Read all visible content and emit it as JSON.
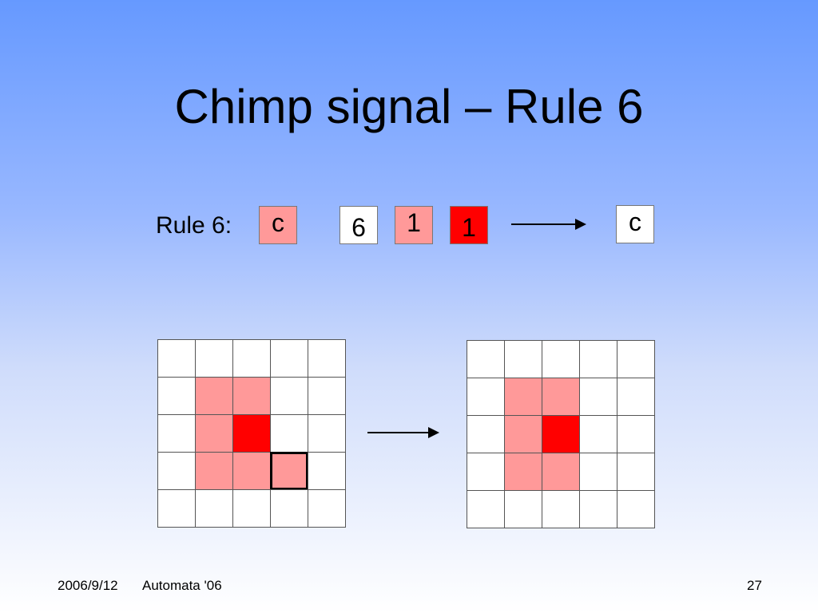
{
  "slide": {
    "title": "Chimp signal – Rule 6",
    "rule_label": "Rule 6:",
    "rule_tokens": [
      {
        "text": "c",
        "fill": "#ff9999"
      },
      {
        "text": "6",
        "fill": "#ffffff"
      },
      {
        "text": "1",
        "fill": "#ff9999"
      },
      {
        "text": "1",
        "fill": "#ff0000"
      }
    ],
    "rule_result": {
      "text": "c",
      "fill": "#ffffff"
    }
  },
  "grids": {
    "before": {
      "rows": [
        [
          "white",
          "white",
          "white",
          "white",
          "white"
        ],
        [
          "white",
          "light",
          "light",
          "white",
          "white"
        ],
        [
          "white",
          "light",
          "red",
          "white",
          "white"
        ],
        [
          "white",
          "light",
          "light",
          "light-highlighted",
          "white"
        ],
        [
          "white",
          "white",
          "white",
          "white",
          "white"
        ]
      ]
    },
    "after": {
      "rows": [
        [
          "white",
          "white",
          "white",
          "white",
          "white"
        ],
        [
          "white",
          "light",
          "light",
          "white",
          "white"
        ],
        [
          "white",
          "light",
          "red",
          "white",
          "white"
        ],
        [
          "white",
          "light",
          "light",
          "white",
          "white"
        ],
        [
          "white",
          "white",
          "white",
          "white",
          "white"
        ]
      ]
    }
  },
  "colors": {
    "light": "#ff9999",
    "red": "#ff0000",
    "white": "#ffffff"
  },
  "footer": {
    "date": "2006/9/12",
    "course": "Automata '06",
    "page": "27"
  }
}
